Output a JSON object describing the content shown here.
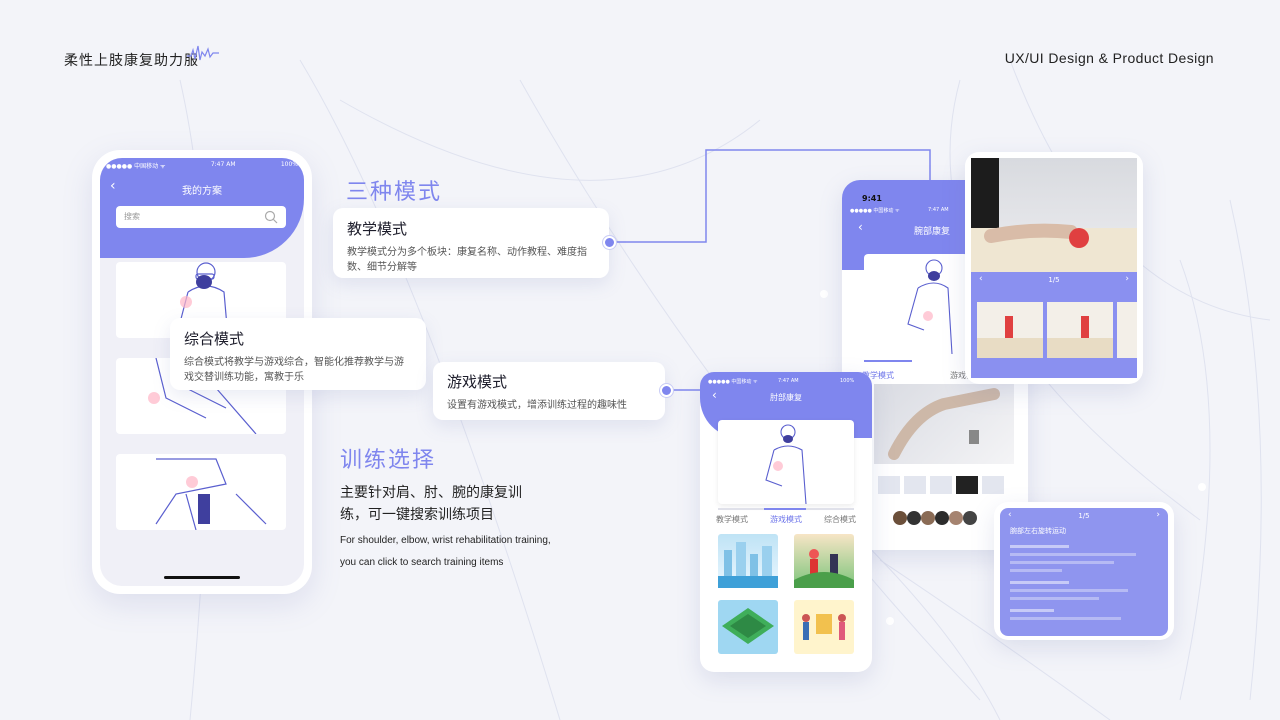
{
  "header": {
    "brand": "柔性上肢康复助力服",
    "tagline": "UX/UI Design & Product Design"
  },
  "main_phone": {
    "status_carrier": "●●●●● 中国移动 ᯤ",
    "status_time": "7:47 AM",
    "status_battery": "100%",
    "back_icon": "back-chevron-icon",
    "title": "我的方案",
    "search_placeholder": "搜索"
  },
  "modes": {
    "heading": "三种模式",
    "teaching": {
      "title": "教学模式",
      "desc": "教学模式分为多个板块：康复名称、动作教程、难度指数、细节分解等"
    },
    "combined": {
      "title": "综合模式",
      "desc": "综合模式将教学与游戏综合，智能化推荐教学与游戏交替训练功能，寓教于乐"
    },
    "game": {
      "title": "游戏模式",
      "desc": "设置有游戏模式，增添训练过程的趣味性"
    }
  },
  "training": {
    "heading": "训练选择",
    "desc_cn": "主要针对肩、肘、腕的康复训练，可一键搜索训练项目",
    "desc_en": "For shoulder, elbow, wrist rehabilitation training, you can click to search training items"
  },
  "elbow_phone": {
    "status_carrier": "●●●●● 中国移动 ᯤ",
    "status_time": "7:47 AM",
    "status_battery": "100%",
    "title": "肘部康复",
    "tabs": [
      "教学模式",
      "游戏模式",
      "综合模式"
    ],
    "active_tab": "游戏模式"
  },
  "wrist_phone": {
    "clock": "9:41",
    "status_carrier": "●●●●● 中国移动 ᯤ",
    "status_time": "7:47 AM",
    "title": "腕部康复",
    "tabs": [
      "教学模式",
      "游戏模式"
    ]
  },
  "photo_card": {
    "pager": "1/5"
  },
  "detail_card": {
    "pager": "1/5",
    "title": "腕部左右旋转运动"
  },
  "colors": {
    "accent": "#7f86ee",
    "background": "#f3f4f9"
  }
}
